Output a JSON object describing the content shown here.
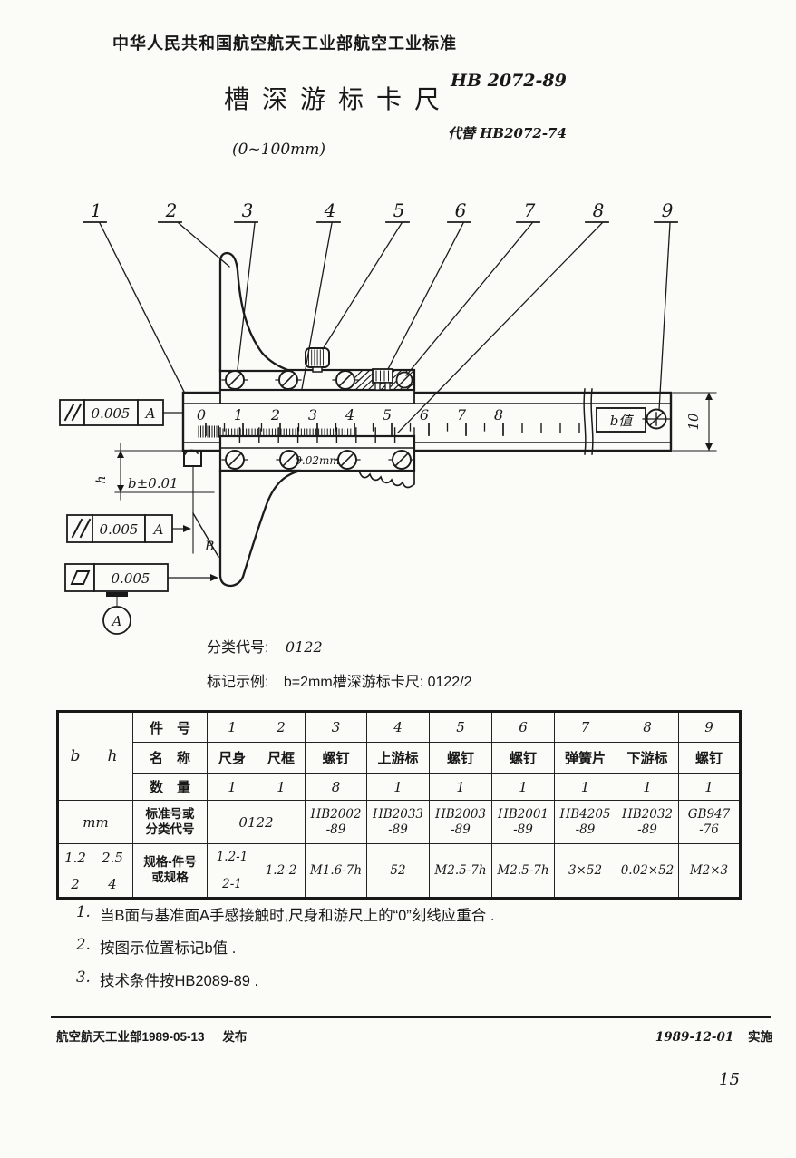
{
  "header": {
    "org_line": "中华人民共和国航空航天工业部航空工业标准",
    "title": "槽深游标卡尺",
    "standard_no": "HB 2072-89",
    "replaces": "代替 HB2072-74",
    "range": "(0~100mm)"
  },
  "drawing": {
    "part_labels": [
      "1",
      "2",
      "3",
      "4",
      "5",
      "6",
      "7",
      "8",
      "9"
    ],
    "scale_numbers": [
      "0",
      "1",
      "2",
      "3",
      "4",
      "5",
      "6",
      "7",
      "8"
    ],
    "vernier_text": "0.02mm",
    "b_value_label": "b值",
    "beam_width_dim": "10",
    "step_dim": "b±0.01",
    "height_dim": "h",
    "datum_b": "B",
    "datum_a": "A",
    "tol_frames": {
      "top": {
        "tol": "0.005",
        "datum": "A"
      },
      "mid": {
        "tol": "0.005",
        "datum": "A"
      },
      "flat": {
        "tol": "0.005"
      }
    }
  },
  "classification": {
    "label": "分类代号:",
    "code": "0122"
  },
  "marking_example": {
    "label": "标记示例:",
    "text": "b=2mm槽深游标卡尺: 0122/2"
  },
  "table": {
    "corner": {
      "b": "b",
      "h": "h"
    },
    "labels": {
      "part_no": "件　号",
      "name": "名　称",
      "qty": "数　量",
      "std": "标准号或\n分类代号",
      "spec": "规格-件号\n或规格",
      "unit": "mm"
    },
    "part_numbers": [
      "1",
      "2",
      "3",
      "4",
      "5",
      "6",
      "7",
      "8",
      "9"
    ],
    "names": [
      "尺身",
      "尺框",
      "螺钉",
      "上游标",
      "螺钉",
      "螺钉",
      "弹簧片",
      "下游标",
      "螺钉"
    ],
    "quantities": [
      "1",
      "1",
      "8",
      "1",
      "1",
      "1",
      "1",
      "1",
      "1"
    ],
    "std_codes": {
      "cols_1_2": "0122",
      "c3": "HB2002\n-89",
      "c4": "HB2033\n-89",
      "c5": "HB2003\n-89",
      "c6": "HB2001\n-89",
      "c7": "HB4205\n-89",
      "c8": "HB2032\n-89",
      "c9": "GB947\n-76"
    },
    "spec_rows": [
      {
        "b": "1.2",
        "h": "2.5",
        "c1": "1.2-1"
      },
      {
        "b": "2",
        "h": "4",
        "c1": "2-1"
      }
    ],
    "spec_merged": {
      "c2": "1.2-2",
      "c3": "M1.6-7h",
      "c4": "52",
      "c5": "M2.5-7h",
      "c6": "M2.5-7h",
      "c7": "3×52",
      "c8": "0.02×52",
      "c9": "M2×3"
    }
  },
  "notes": {
    "items": [
      {
        "no": "1.",
        "text": "当B面与基准面A手感接触时,尺身和游尺上的“0”刻线应重合 ."
      },
      {
        "no": "2.",
        "text": "按图示位置标记b值 ."
      },
      {
        "no": "3.",
        "text": "技术条件按HB2089-89 ."
      }
    ]
  },
  "footer": {
    "issued_org_date": "航空航天工业部1989-05-13",
    "issued_suffix": "发布",
    "implemented_date": "1989-12-01",
    "implemented_suffix": "实施",
    "page_number": "15"
  }
}
